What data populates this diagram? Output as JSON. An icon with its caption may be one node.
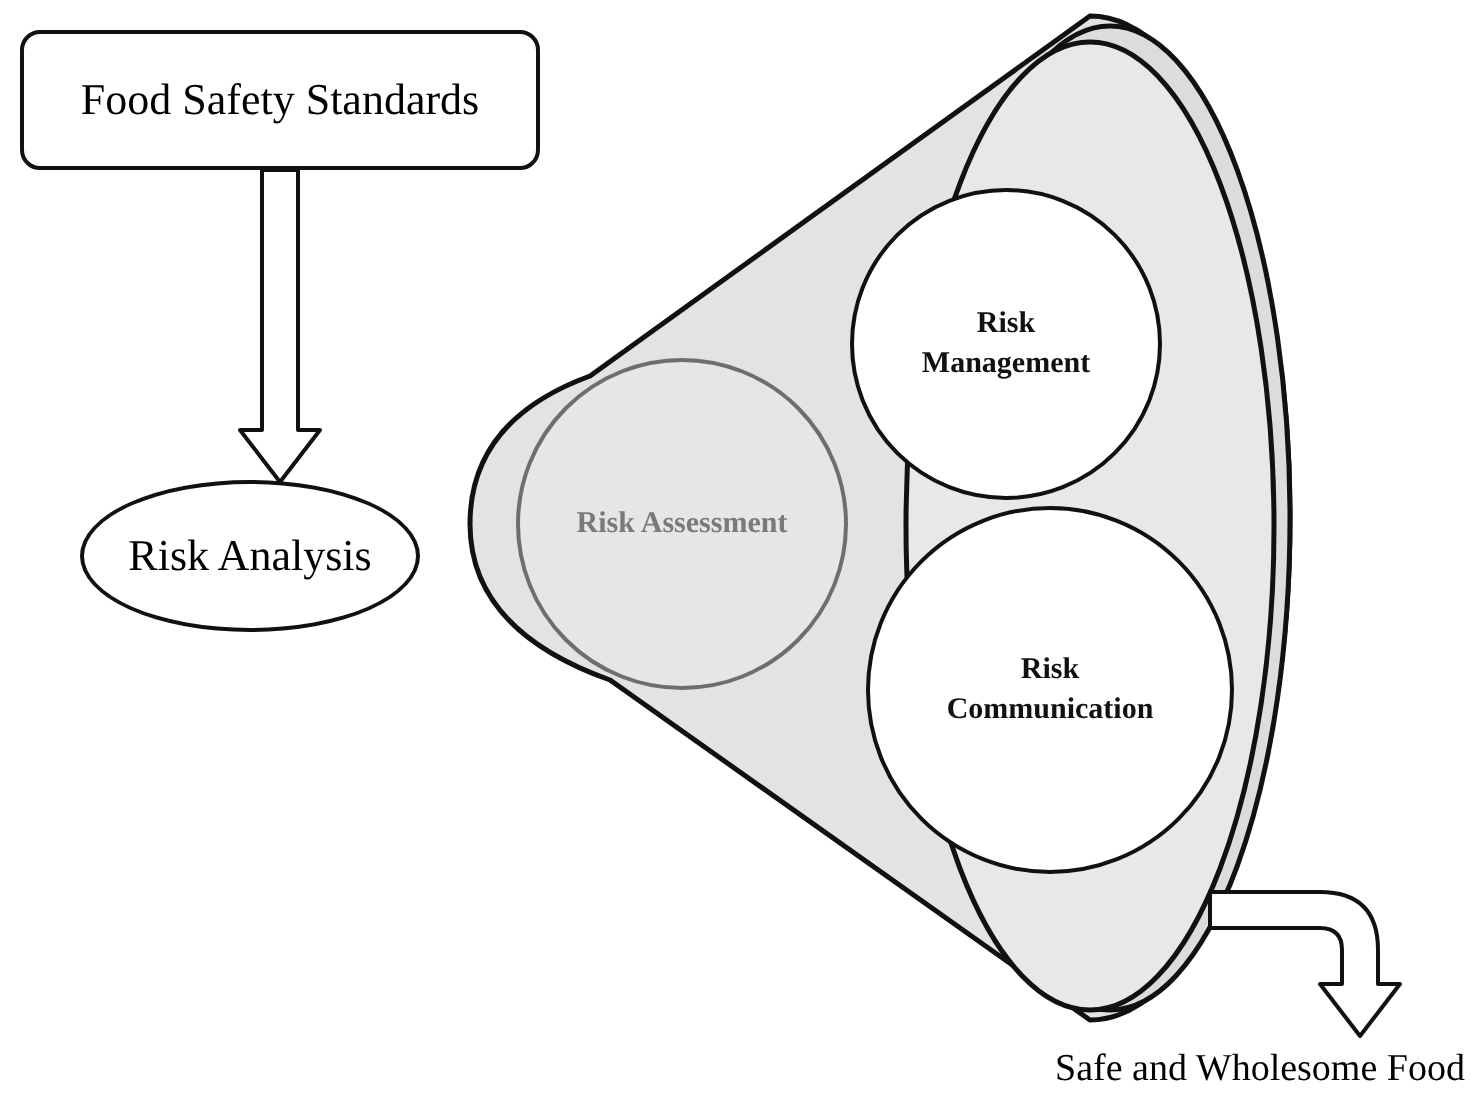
{
  "diagram": {
    "nodes": [
      {
        "text": [
          "Food Safety Standards"
        ]
      },
      {
        "text": [
          "Risk Analysis"
        ]
      },
      {
        "text": [],
        "shape": "funnel"
      },
      {
        "text": [
          "Risk Assessment"
        ],
        "in": 2
      },
      {
        "text": [
          "Risk Management"
        ],
        "in": 2
      },
      {
        "text": [
          "Risk Communication"
        ],
        "in": 2
      },
      {
        "text": [
          "Safe and Wholesome Food"
        ]
      }
    ],
    "edges": [
      {
        "from": 0,
        "to": 1,
        "arrow": "to"
      },
      {
        "from": 2,
        "to": 6,
        "arrow": "to"
      }
    ]
  }
}
